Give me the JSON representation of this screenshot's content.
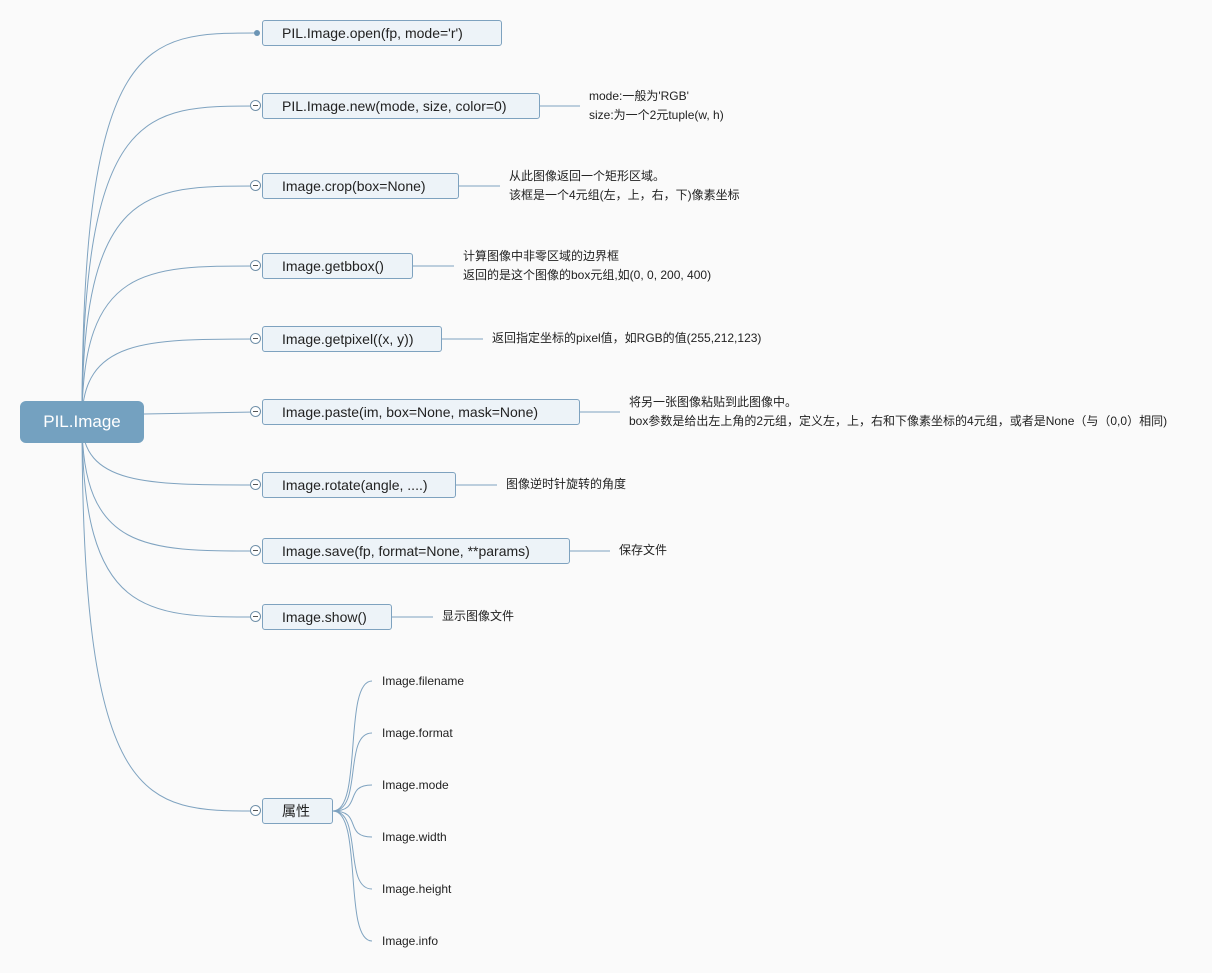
{
  "colors": {
    "root_fill": "#74a1c0",
    "node_fill": "#edf3f8",
    "node_border": "#7ea2bf",
    "connector": "#7fa3c0"
  },
  "root": {
    "label": "PIL.Image"
  },
  "branches": [
    {
      "label": "PIL.Image.open(fp, mode='r')",
      "notes": []
    },
    {
      "label": "PIL.Image.new(mode, size, color=0)",
      "notes": [
        "mode:一般为'RGB'",
        "size:为一个2元tuple(w, h)"
      ]
    },
    {
      "label": "Image.crop(box=None)",
      "notes": [
        "从此图像返回一个矩形区域。",
        "该框是一个4元组(左，上，右，下)像素坐标"
      ]
    },
    {
      "label": "Image.getbbox()",
      "notes": [
        "计算图像中非零区域的边界框",
        "返回的是这个图像的box元组,如(0, 0, 200, 400)"
      ]
    },
    {
      "label": "Image.getpixel((x, y))",
      "notes": [
        "返回指定坐标的pixel值，如RGB的值(255,212,123)"
      ]
    },
    {
      "label": "Image.paste(im, box=None, mask=None)",
      "notes": [
        "将另一张图像粘贴到此图像中。",
        "box参数是给出左上角的2元组，定义左，上，右和下像素坐标的4元组，或者是None（与（0,0）相同)"
      ]
    },
    {
      "label": "Image.rotate(angle, ....)",
      "notes": [
        "图像逆时针旋转的角度"
      ]
    },
    {
      "label": "Image.save(fp, format=None, **params)",
      "notes": [
        "保存文件"
      ]
    },
    {
      "label": "Image.show()",
      "notes": [
        "显示图像文件"
      ]
    },
    {
      "label": "属性",
      "notes": []
    }
  ],
  "attributes": [
    "Image.filename",
    "Image.format",
    "Image.mode",
    "Image.width",
    "Image.height",
    "Image.info"
  ]
}
